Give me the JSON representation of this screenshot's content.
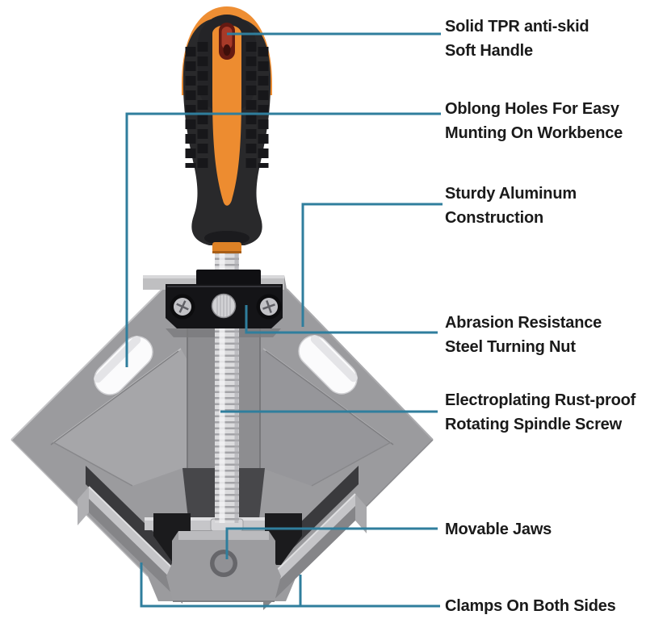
{
  "diagram": {
    "title": "Corner clamp feature diagram",
    "colors": {
      "background": "#FFFFFF",
      "callout_line": "#2F7E9D",
      "label_text": "#1A1A1A",
      "handle_orange": "#EE8E33",
      "handle_black": "#29292B",
      "aluminum_gray": "#9B9B9E",
      "screw_silver": "#DCDCDE",
      "nut_black": "#141417"
    },
    "callouts": [
      {
        "id": "soft-handle",
        "lines": [
          "Solid TPR anti-skid",
          "Soft Handle"
        ]
      },
      {
        "id": "oblong-holes",
        "lines": [
          "Oblong Holes For Easy",
          "Munting On Workbence"
        ]
      },
      {
        "id": "aluminum-construction",
        "lines": [
          "Sturdy Aluminum",
          "Construction"
        ]
      },
      {
        "id": "turning-nut",
        "lines": [
          "Abrasion Resistance",
          "Steel Turning Nut"
        ]
      },
      {
        "id": "spindle-screw",
        "lines": [
          "Electroplating Rust-proof",
          "Rotating Spindle Screw"
        ]
      },
      {
        "id": "movable-jaws",
        "lines": [
          "Movable Jaws"
        ]
      },
      {
        "id": "clamps-both-sides",
        "lines": [
          "Clamps On Both Sides"
        ]
      }
    ]
  }
}
